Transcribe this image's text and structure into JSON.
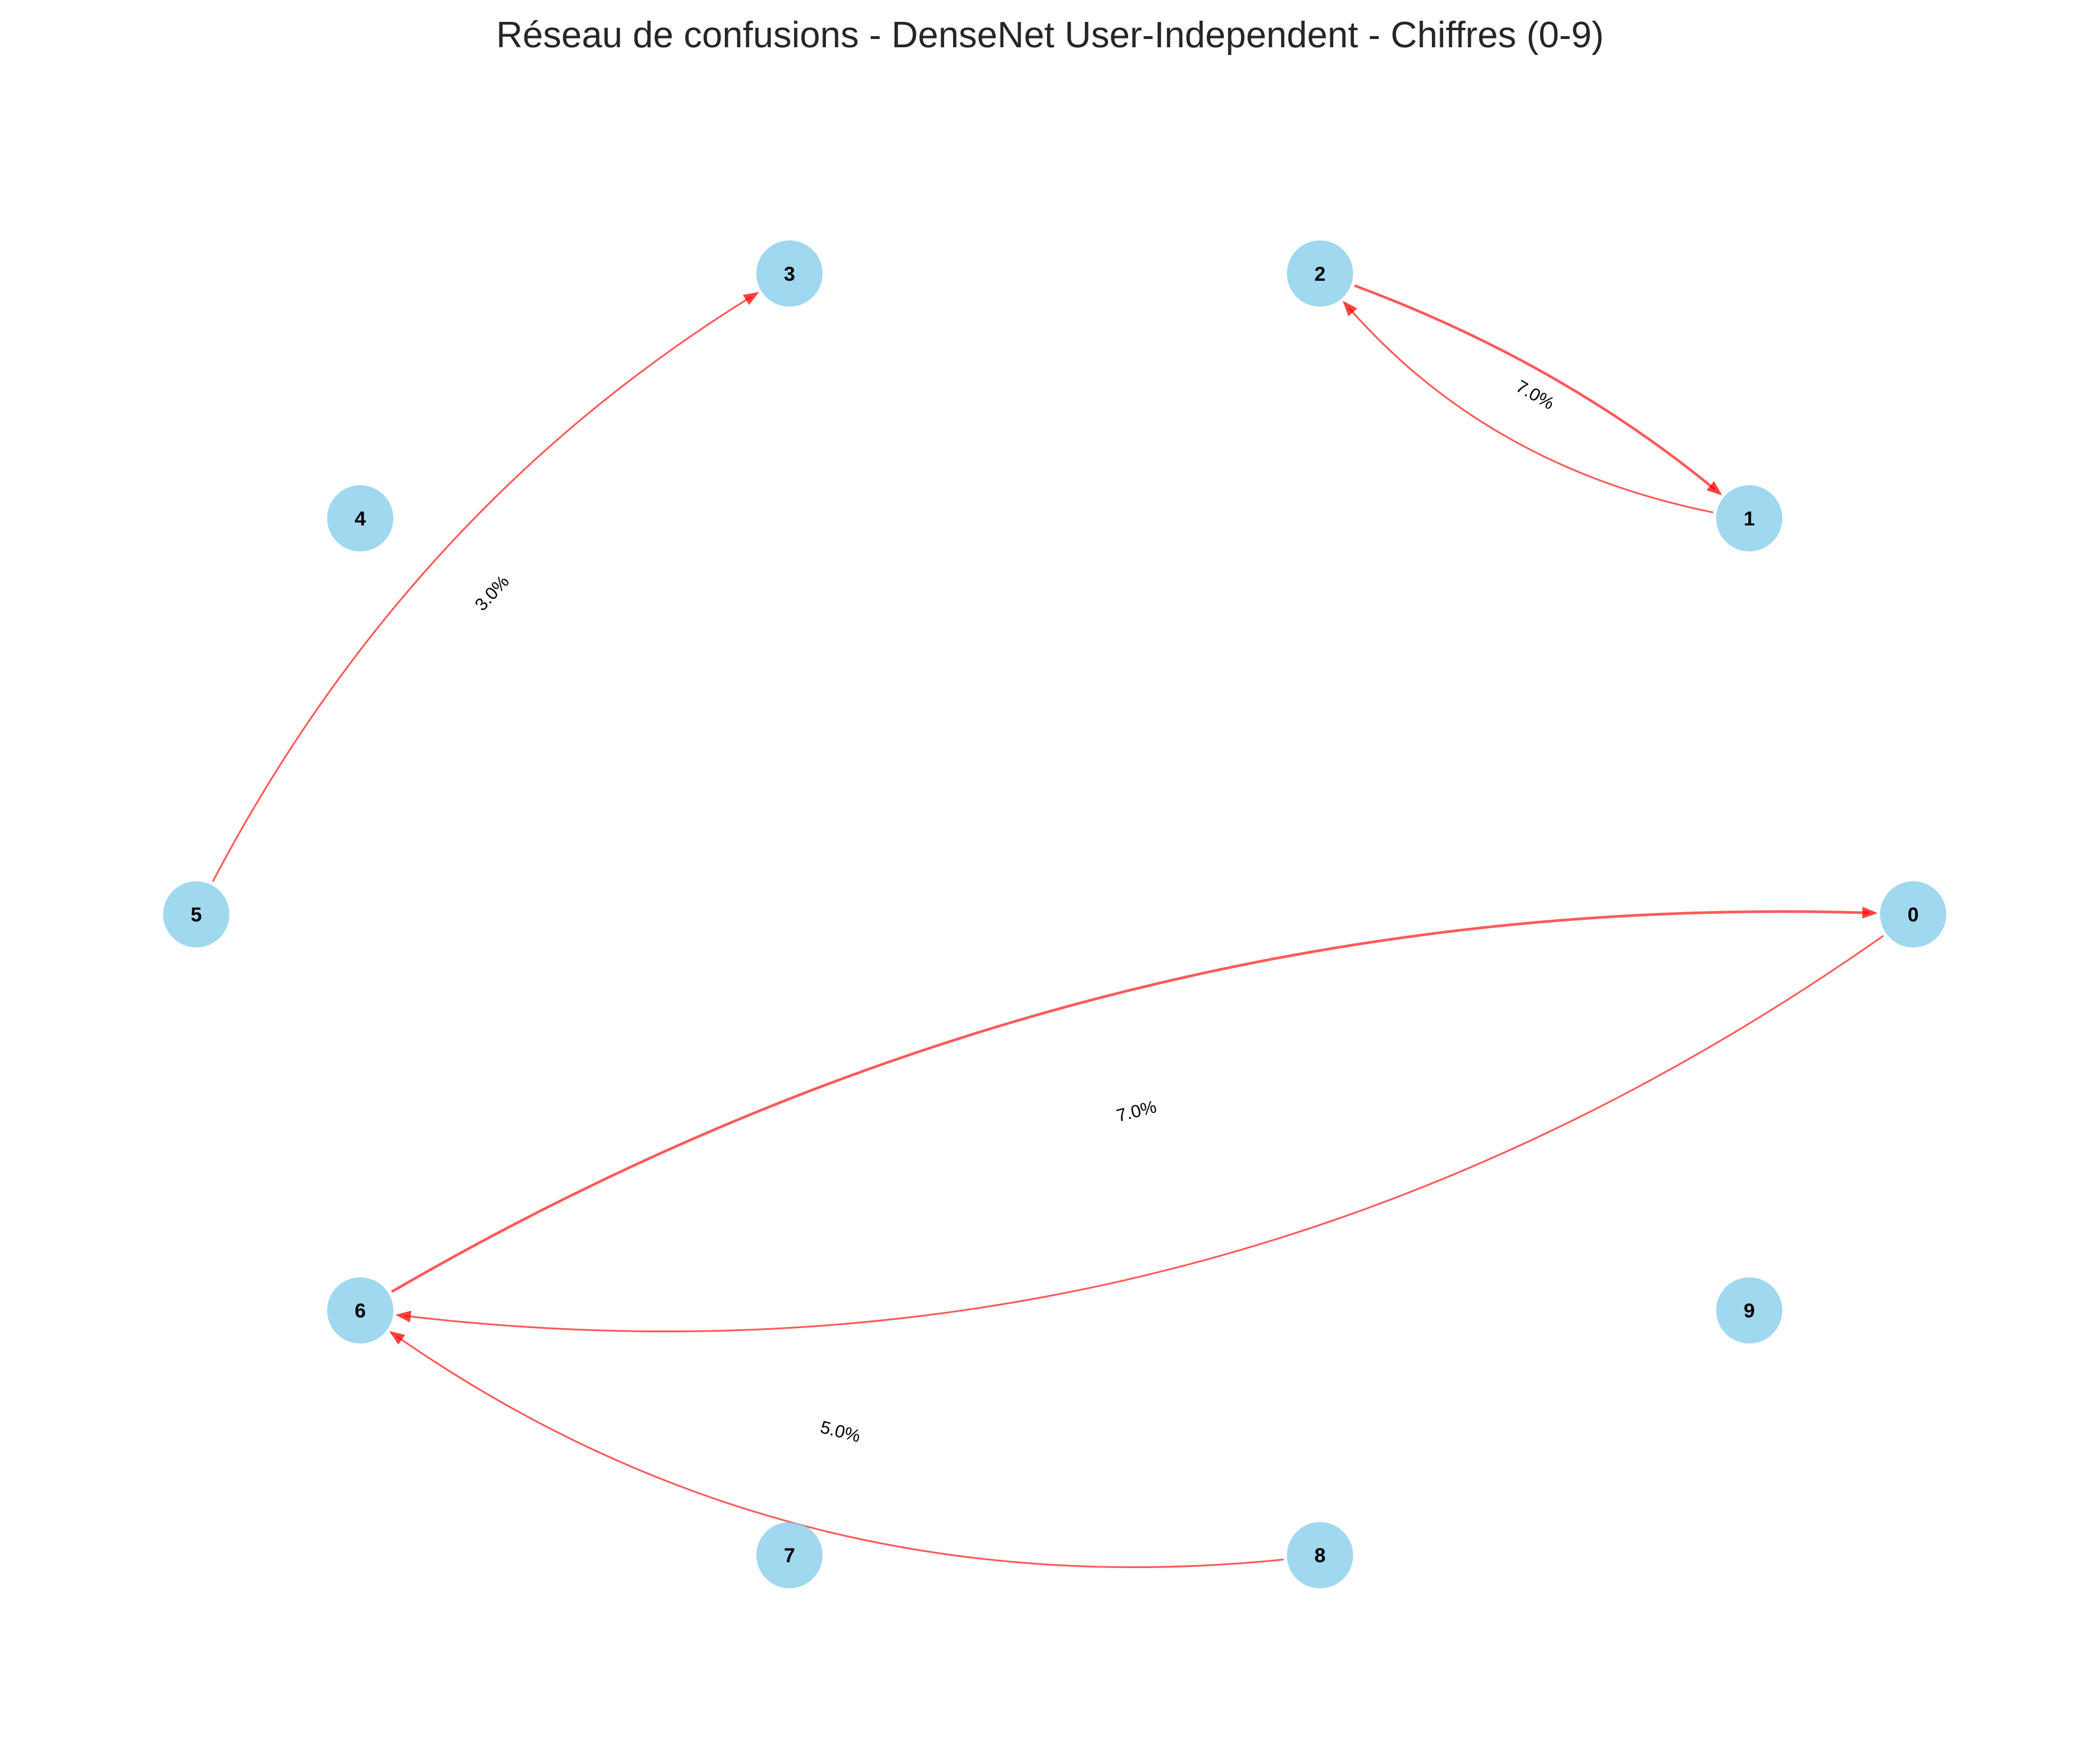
{
  "title": "Réseau de confusions - DenseNet User-Independent - Chiffres (0-9)",
  "colors": {
    "node_fill": "#87CEEB",
    "edge": "#ff0000",
    "background": "#ffffff"
  },
  "nodes": [
    {
      "id": "0",
      "label": "0"
    },
    {
      "id": "1",
      "label": "1"
    },
    {
      "id": "2",
      "label": "2"
    },
    {
      "id": "3",
      "label": "3"
    },
    {
      "id": "4",
      "label": "4"
    },
    {
      "id": "5",
      "label": "5"
    },
    {
      "id": "6",
      "label": "6"
    },
    {
      "id": "7",
      "label": "7"
    },
    {
      "id": "8",
      "label": "8"
    },
    {
      "id": "9",
      "label": "9"
    }
  ],
  "edges": [
    {
      "from": "2",
      "to": "1",
      "weight": "7.0%",
      "show_label": true
    },
    {
      "from": "1",
      "to": "2",
      "weight": "",
      "show_label": false
    },
    {
      "from": "5",
      "to": "3",
      "weight": "3.0%",
      "show_label": true
    },
    {
      "from": "6",
      "to": "0",
      "weight": "7.0%",
      "show_label": true
    },
    {
      "from": "0",
      "to": "6",
      "weight": "",
      "show_label": false
    },
    {
      "from": "8",
      "to": "6",
      "weight": "5.0%",
      "show_label": true
    }
  ]
}
